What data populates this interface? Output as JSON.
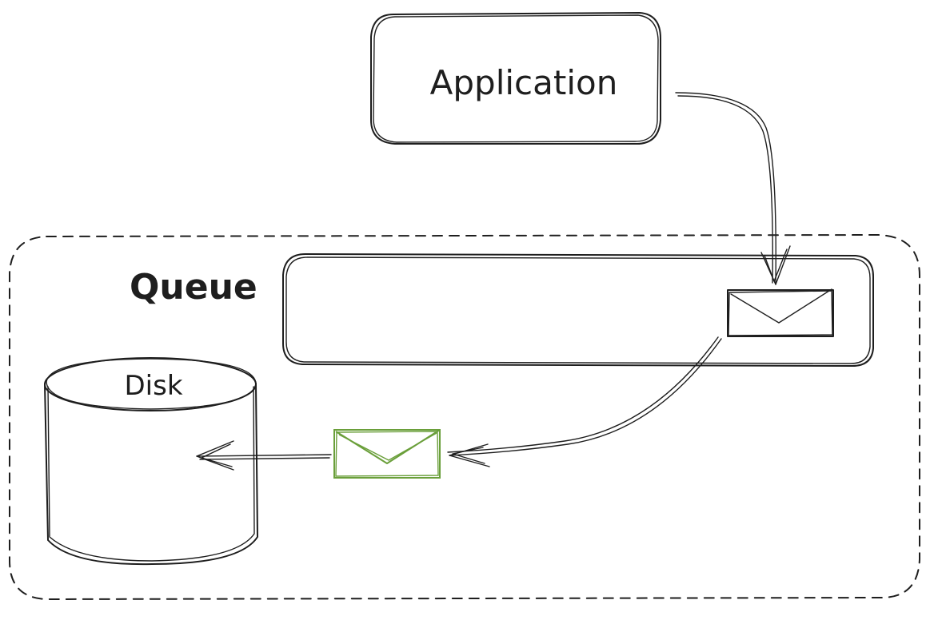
{
  "diagram": {
    "application_label": "Application",
    "queue_label": "Queue",
    "disk_label": "Disk",
    "colors": {
      "ink": "#1e1e1e",
      "message_in_transit": "#6a9f3a"
    }
  }
}
